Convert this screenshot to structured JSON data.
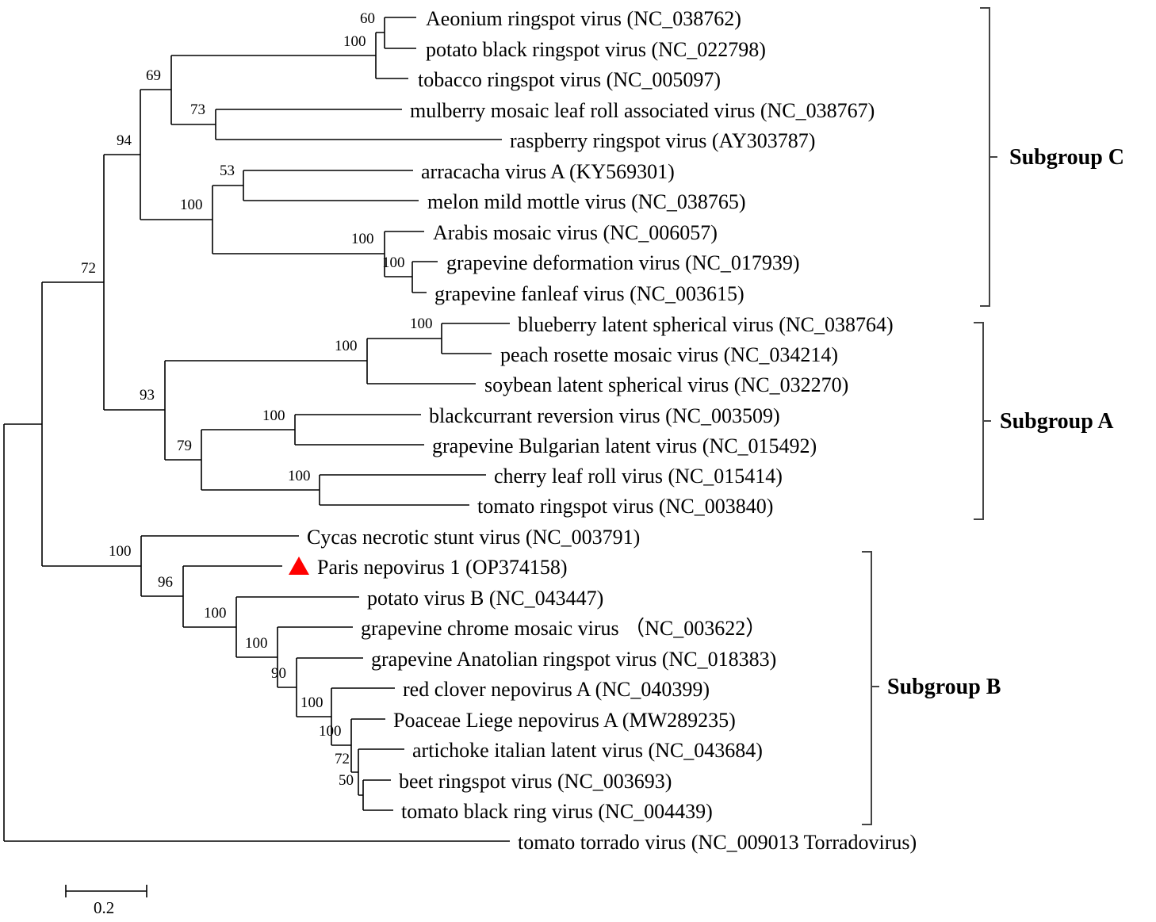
{
  "leaves": [
    "Aeonium ringspot virus (NC_038762)",
    "potato black ringspot virus (NC_022798)",
    "tobacco ringspot virus (NC_005097)",
    "mulberry mosaic leaf roll associated virus (NC_038767)",
    "raspberry ringspot virus (AY303787)",
    "arracacha virus A (KY569301)",
    "melon mild mottle virus (NC_038765)",
    "Arabis mosaic virus (NC_006057)",
    "grapevine deformation virus (NC_017939)",
    "grapevine fanleaf virus (NC_003615)",
    "blueberry latent spherical virus (NC_038764)",
    "peach rosette mosaic virus (NC_034214)",
    "soybean latent spherical virus (NC_032270)",
    "blackcurrant reversion virus (NC_003509)",
    "grapevine Bulgarian latent virus (NC_015492)",
    "cherry leaf roll virus (NC_015414)",
    "tomato ringspot virus (NC_003840)",
    "Cycas necrotic stunt virus (NC_003791)",
    "Paris nepovirus 1 (OP374158)",
    "potato virus B (NC_043447)",
    "grapevine chrome mosaic virus （NC_003622）",
    "grapevine Anatolian ringspot virus (NC_018383)",
    "red clover nepovirus A (NC_040399)",
    "Poaceae Liege nepovirus A (MW289235)",
    "artichoke italian latent virus (NC_043684)",
    "beet ringspot virus (NC_003693)",
    "tomato black ring virus (NC_004439)",
    "tomato torrado virus (NC_009013 Torradovirus)"
  ],
  "bootstrap": [
    "60",
    "100",
    "69",
    "73",
    "94",
    "53",
    "100",
    "100",
    "100",
    "72",
    "100",
    "100",
    "93",
    "100",
    "79",
    "100",
    "100",
    "96",
    "100",
    "100",
    "90",
    "100",
    "100",
    "72",
    "50"
  ],
  "groups": [
    "Subgroup  C",
    "Subgroup  A",
    "Subgroup  B"
  ],
  "highlight": {
    "leaf": "Paris nepovirus 1 (OP374158)",
    "marker": "red-triangle",
    "color": "#ff0000"
  },
  "scale_bar": {
    "label": "0.2"
  }
}
